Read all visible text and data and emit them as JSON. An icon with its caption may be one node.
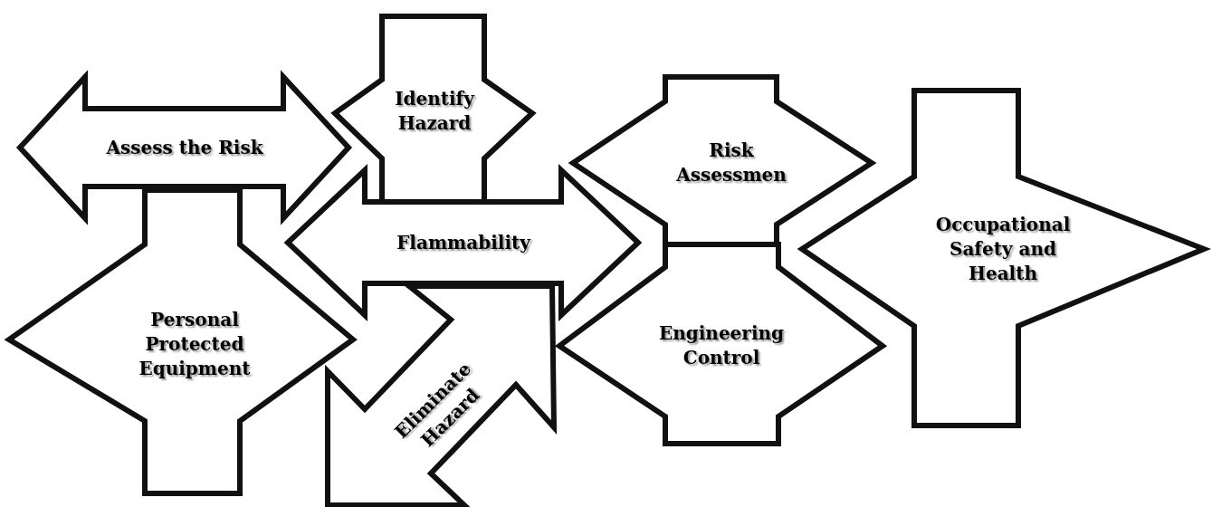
{
  "diagram": {
    "nodes": [
      {
        "text": [
          "Assess the Risk"
        ]
      },
      {
        "text": [
          "Identify Hazard"
        ]
      },
      {
        "text": [
          "Risk Assessmen"
        ]
      },
      {
        "text": [
          "Flammability"
        ]
      },
      {
        "text": [
          "Personal Protected Equipment"
        ]
      },
      {
        "text": [
          "Eliminate Hazard"
        ]
      },
      {
        "text": [
          "Engineering Control"
        ]
      },
      {
        "text": [
          "Occupational Safety and Health"
        ]
      }
    ]
  }
}
